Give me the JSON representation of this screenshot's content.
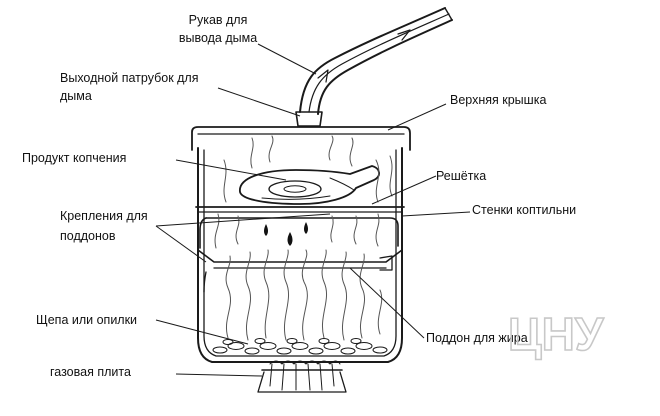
{
  "labels": {
    "sleeve_line1": "Рукав для",
    "sleeve_line2": "вывода дыма",
    "outlet_line1": "Выходной патрубок для",
    "outlet_line2": "дыма",
    "top_lid": "Верхняя крышка",
    "product": "Продукт копчения",
    "grate": "Решётка",
    "walls": "Стенки коптильни",
    "mounts_line1": "Крепления для",
    "mounts_line2": "поддонов",
    "chips": "Щепа или опилки",
    "fat_tray": "Поддон для жира",
    "gas_stove": "газовая плита"
  },
  "watermark": "ЦНУ"
}
